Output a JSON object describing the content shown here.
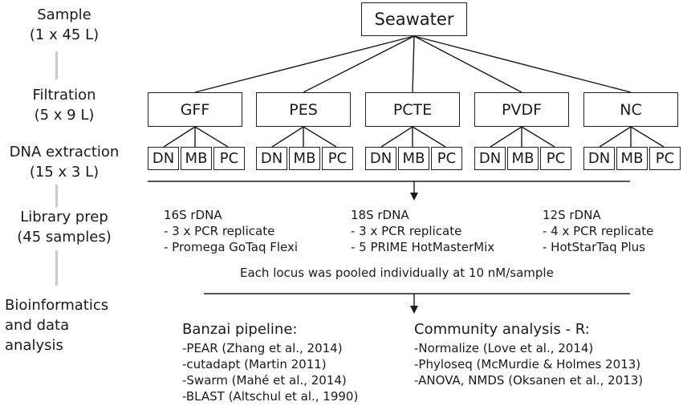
{
  "stages": [
    {
      "line1": "Sample",
      "line2": "(1 x 45 L)"
    },
    {
      "line1": "Filtration",
      "line2": "(5 x 9 L)"
    },
    {
      "line1": "DNA extraction",
      "line2": "(15 x 3 L)"
    },
    {
      "line1": "Library prep",
      "line2": "(45 samples)"
    },
    {
      "line1": "Bioinformatics",
      "line2": "and data",
      "line3": "analysis"
    }
  ],
  "root": "Seawater",
  "filters": [
    "GFF",
    "PES",
    "PCTE",
    "PVDF",
    "NC"
  ],
  "extractions": [
    "DN",
    "MB",
    "PC"
  ],
  "library": [
    {
      "locus": "16S rDNA",
      "replicate": "- 3 x PCR replicate",
      "kit": "- Promega GoTaq Flexi"
    },
    {
      "locus": "18S rDNA",
      "replicate": "- 3 x PCR replicate",
      "kit": "- 5 PRIME HotMasterMix"
    },
    {
      "locus": "12S rDNA",
      "replicate": "- 4 x PCR replicate",
      "kit": "- HotStarTaq Plus"
    }
  ],
  "pooling_note": "Each locus was pooled individually at 10 nM/sample",
  "pipelines": [
    {
      "title": "Banzai pipeline:",
      "items": [
        "-PEAR (Zhang et al., 2014)",
        "-cutadapt (Martin 2011)",
        "-Swarm  (Mahé et al., 2014)",
        "-BLAST (Altschul et al., 1990)"
      ]
    },
    {
      "title": "Community analysis - R:",
      "items": [
        "-Normalize (Love et al., 2014)",
        "-Phyloseq (McMurdie & Holmes 2013)",
        "-ANOVA, NMDS (Oksanen et al., 2013)"
      ]
    }
  ]
}
